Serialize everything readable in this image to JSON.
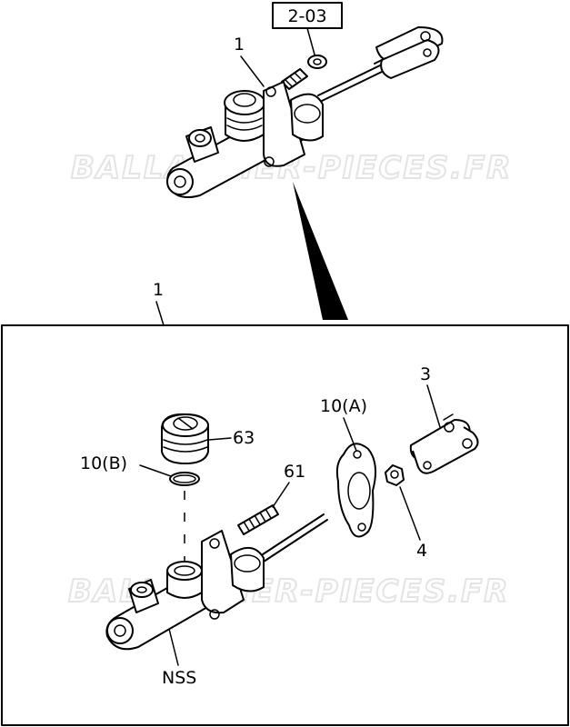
{
  "watermark": "BALLANTIER-PIECES.FR",
  "top_view": {
    "ref_box_label": "2-03",
    "callout_1": "1"
  },
  "detail_view": {
    "frame_label": "1",
    "callouts": {
      "part_3": "3",
      "part_10a": "10(A)",
      "part_63": "63",
      "part_10b": "10(B)",
      "part_61": "61",
      "part_4": "4",
      "nss": "NSS"
    }
  },
  "colors": {
    "line": "#000000",
    "watermark": "#e4e4e4",
    "background": "#ffffff"
  }
}
